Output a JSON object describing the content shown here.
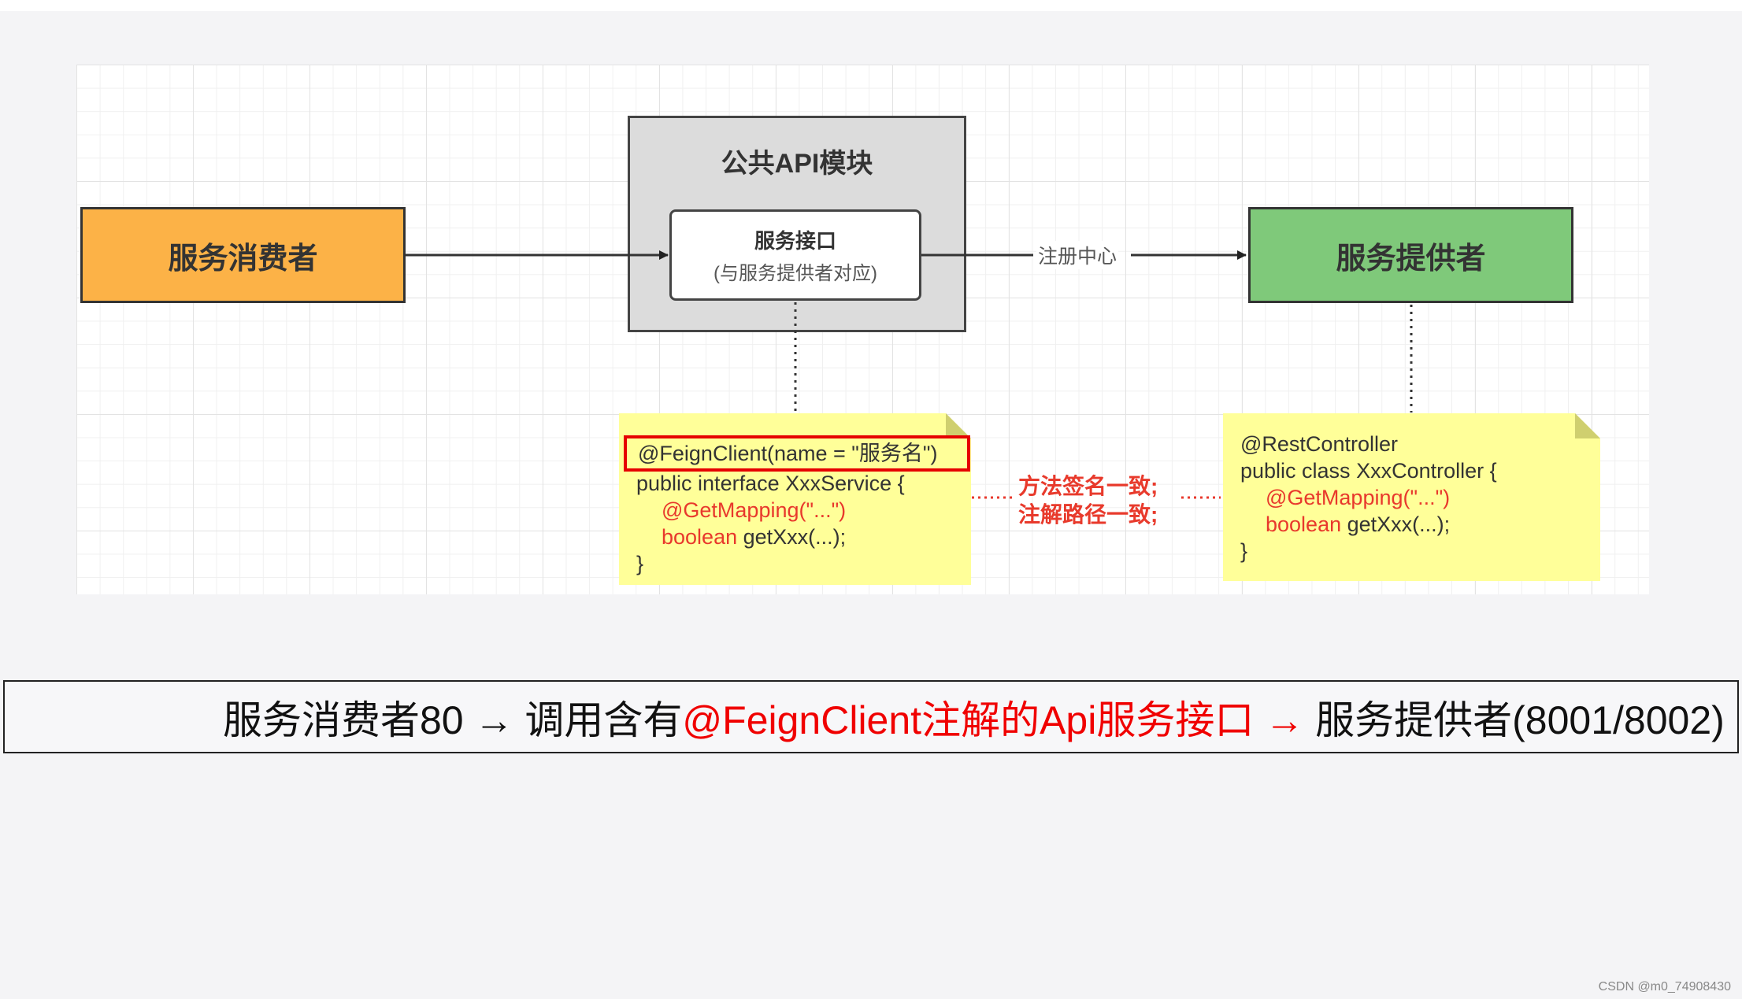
{
  "diagram": {
    "module_title": "公共API模块",
    "consumer_label": "服务消费者",
    "provider_label": "服务提供者",
    "interface_title": "服务接口",
    "interface_subtitle": "(与服务提供者对应)",
    "registry_label": "注册中心",
    "consistency_line1": "方法签名一致;",
    "consistency_line2": "注解路径一致;",
    "left_note": {
      "annotation": "@FeignClient(name = \"服务名\")",
      "line2": "public interface XxxService {",
      "line3": "@GetMapping(\"...\")",
      "line4_keyword": "boolean",
      "line4_rest": " getXxx(...);",
      "line5": "}"
    },
    "right_note": {
      "line1": "@RestController",
      "line2": "public class XxxController {",
      "line3": "@GetMapping(\"...\")",
      "line4_keyword": "boolean",
      "line4_rest": " getXxx(...);",
      "line5": "}"
    },
    "colors": {
      "consumer": "#fcb247",
      "provider": "#7fc97a",
      "module": "#dcdcdc",
      "note": "#ffff99",
      "highlight": "#e60000"
    }
  },
  "summary": {
    "part1": "服务消费者80 → 调用含有",
    "part2_red": "@FeignClient注解的Api服务接口 →",
    "part3": " 服务提供者(8001/8002)"
  },
  "watermark": "CSDN @m0_74908430"
}
